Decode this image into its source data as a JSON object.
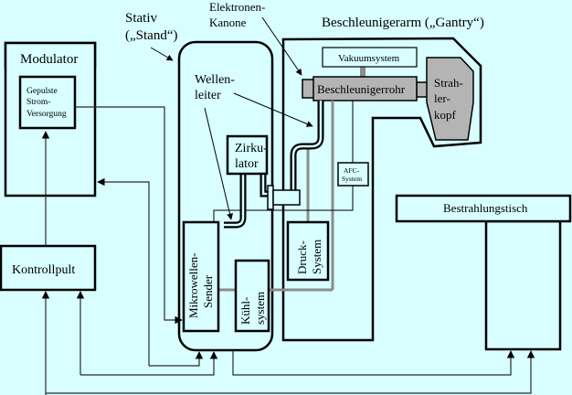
{
  "diagram": {
    "colors": {
      "background": "#d8feff",
      "component_fill": "#b4b4b4",
      "coolant_line": "#8c8c8c",
      "outline": "#000000"
    },
    "labels": {
      "modulator": "Modulator",
      "power_supply": [
        "Gepulste",
        "Strom-",
        "Versorgung"
      ],
      "control_console": "Kontrollpult",
      "stand": [
        "Stativ",
        "(„Stand“)"
      ],
      "electron_gun": [
        "Elektronen-",
        "Kanone"
      ],
      "gantry": "Beschleunigerarm („Gantry“)",
      "waveguide": [
        "Wellen-",
        "leiter"
      ],
      "circulator": [
        "Zirku-",
        "lator"
      ],
      "vacuum_system": "Vakuumsystem",
      "accelerator_tube": "Beschleunigerrohr",
      "treatment_head": [
        "Strah-",
        "ler-",
        "kopf"
      ],
      "afc_system": [
        "AFC-",
        "System"
      ],
      "pressure_system": [
        "Druck-",
        "System"
      ],
      "microwave_transmitter": [
        "Mikrowellen-",
        "Sender"
      ],
      "cooling_system": [
        "Kühl-",
        "system"
      ],
      "treatment_table": "Bestrahlungstisch"
    }
  }
}
